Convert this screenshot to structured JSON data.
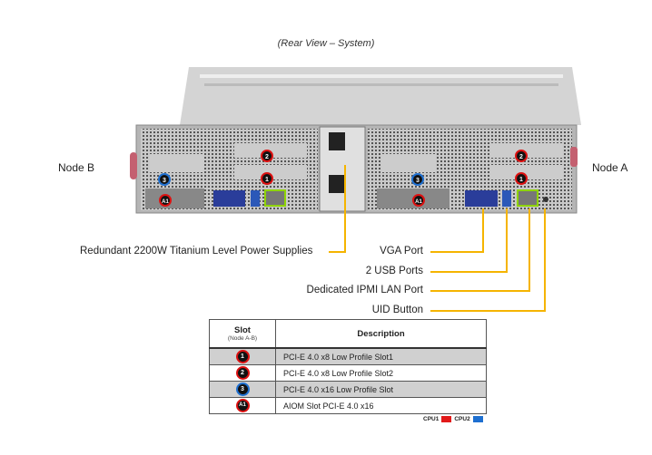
{
  "title": "(Rear View – System)",
  "nodes": {
    "left": "Node B",
    "right": "Node A"
  },
  "callouts": {
    "psu": "Redundant  2200W Titanium  Level Power Supplies",
    "vga": "VGA Port",
    "usb": "2 USB Ports",
    "ipmi": "Dedicated IPMI  LAN Port",
    "uid": "UID  Button"
  },
  "badges": {
    "slot1": "1",
    "slot2": "2",
    "slot3": "3",
    "aiom": "A1"
  },
  "table": {
    "header_slot": "Slot",
    "header_slot_sub": "(Node A-B)",
    "header_desc": "Description",
    "rows": [
      {
        "badge": "1",
        "color": "red",
        "desc": "PCI-E 4.0 x8 Low Profile Slot1"
      },
      {
        "badge": "2",
        "color": "red",
        "desc": "PCI-E 4.0 x8 Low Profile Slot2"
      },
      {
        "badge": "3",
        "color": "blue",
        "desc": "PCI-E 4.0 x16 Low Profile Slot"
      },
      {
        "badge": "A1",
        "color": "red",
        "desc": "AIOM Slot PCI-E 4.0 x16"
      }
    ]
  },
  "legend": {
    "cpu1": "CPU1",
    "cpu2": "CPU2",
    "cpu1_color": "#e21a1a",
    "cpu2_color": "#1e6fd0"
  },
  "colors": {
    "callout_line": "#f5b400",
    "badge_red": "#d11111",
    "badge_blue": "#1e6fd0"
  }
}
